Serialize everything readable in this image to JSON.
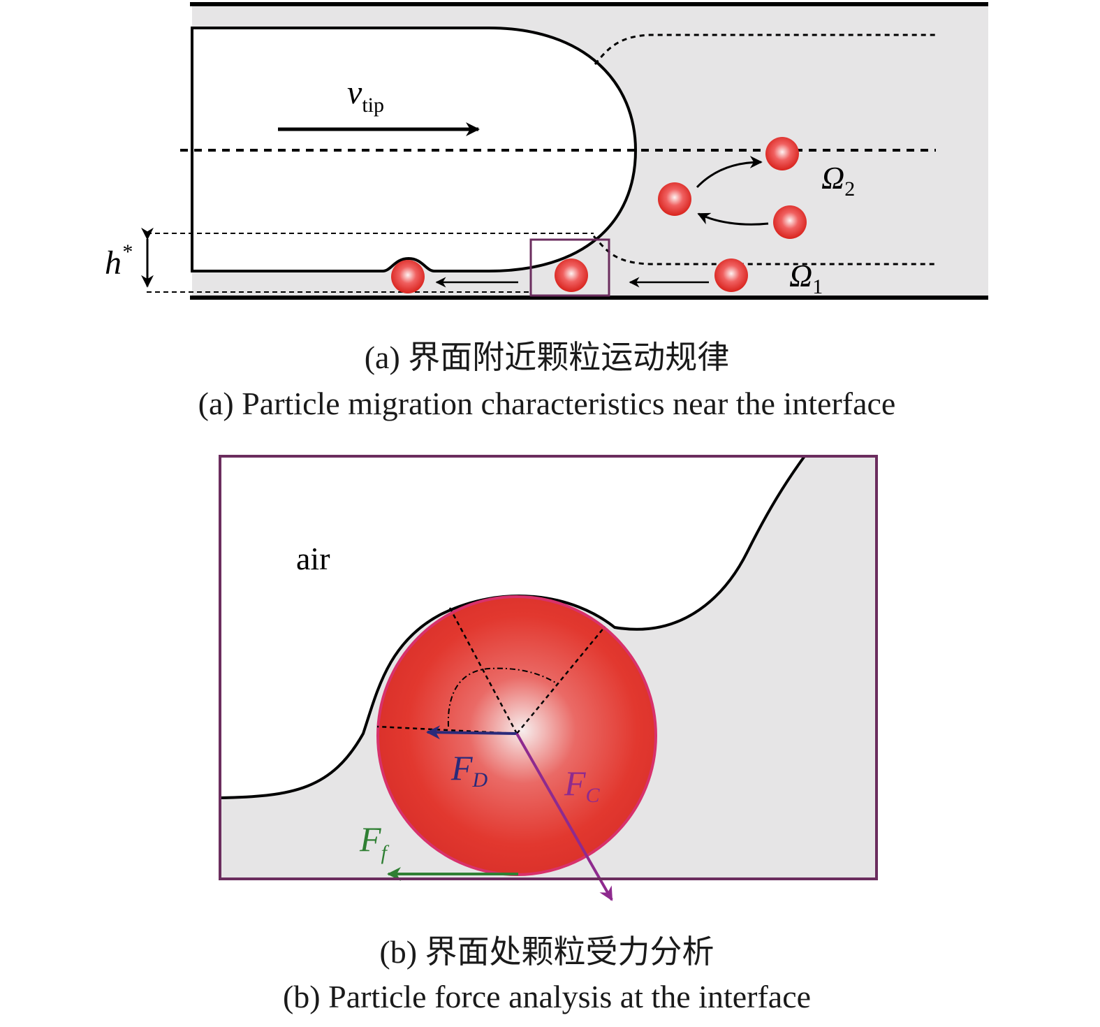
{
  "panel_a": {
    "labels": {
      "v": "v",
      "v_sub": "tip",
      "h": "h",
      "h_sup": "*",
      "omega": "Ω",
      "omega2_sub": "2",
      "omega1_sub": "1"
    },
    "caption_cn": "(a) 界面附近颗粒运动规律",
    "caption_en": "(a) Particle migration characteristics near the interface"
  },
  "panel_b": {
    "labels": {
      "air": "air",
      "F": "F",
      "FD_sub": "D",
      "FC_sub": "C",
      "Ff_sub": "f"
    },
    "caption_cn": "(b) 界面处颗粒受力分析",
    "caption_en": "(b) Particle force analysis at the interface"
  },
  "colors": {
    "liquid": "#e6e5e6",
    "particle": "#e8332c",
    "frame": "#6b2d5e",
    "drag_arrow": "#2a2a7a",
    "capillary_arrow": "#8e2a8e",
    "friction_arrow": "#2f7f33"
  }
}
